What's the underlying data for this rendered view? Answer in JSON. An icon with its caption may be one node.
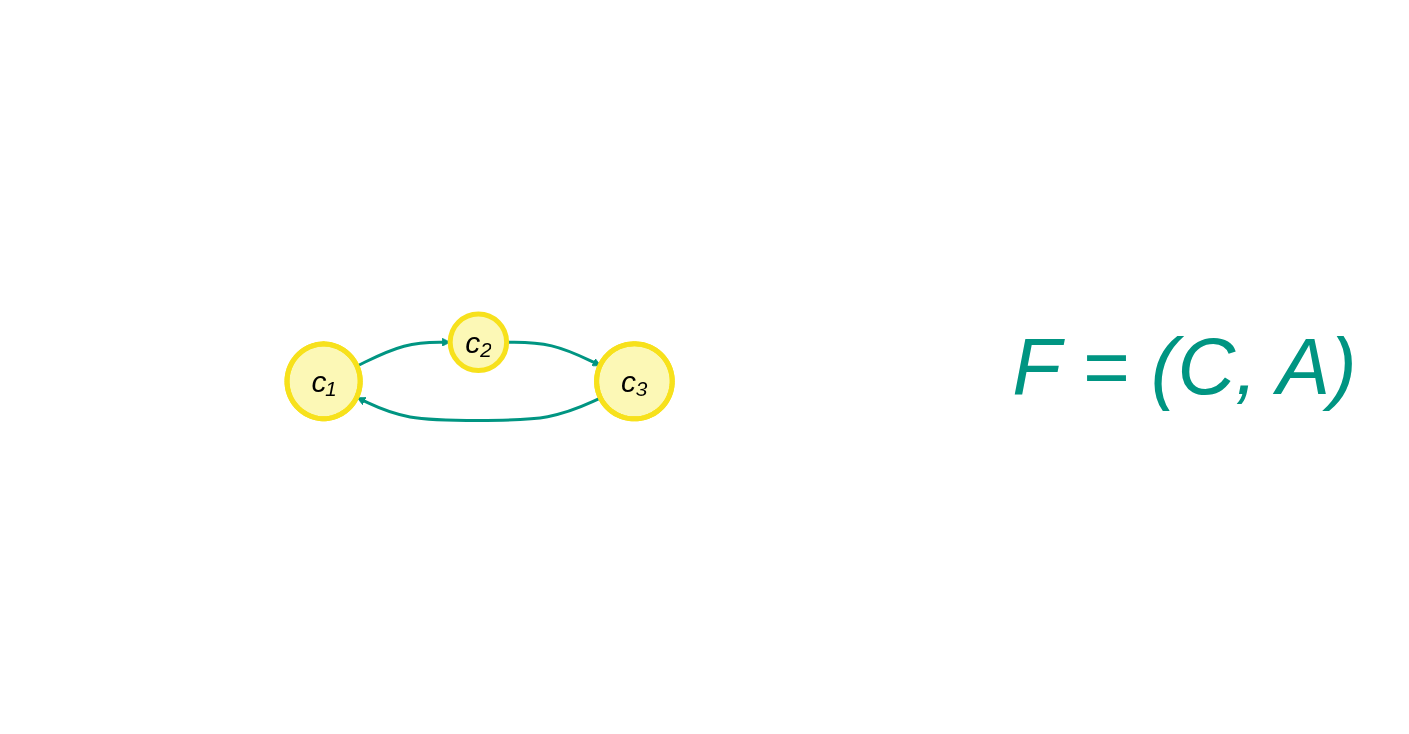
{
  "diagram": {
    "nodes": [
      {
        "text": [
          "c₁"
        ]
      },
      {
        "text": [
          "c₂"
        ]
      },
      {
        "text": [
          "c₃"
        ]
      }
    ],
    "edges": [
      {
        "from": 0,
        "to": 1,
        "arrow": "to"
      },
      {
        "from": 1,
        "to": 2,
        "arrow": "to"
      },
      {
        "from": 2,
        "to": 0,
        "arrow": "to"
      }
    ],
    "labels": [
      "F = (C, A)"
    ]
  }
}
